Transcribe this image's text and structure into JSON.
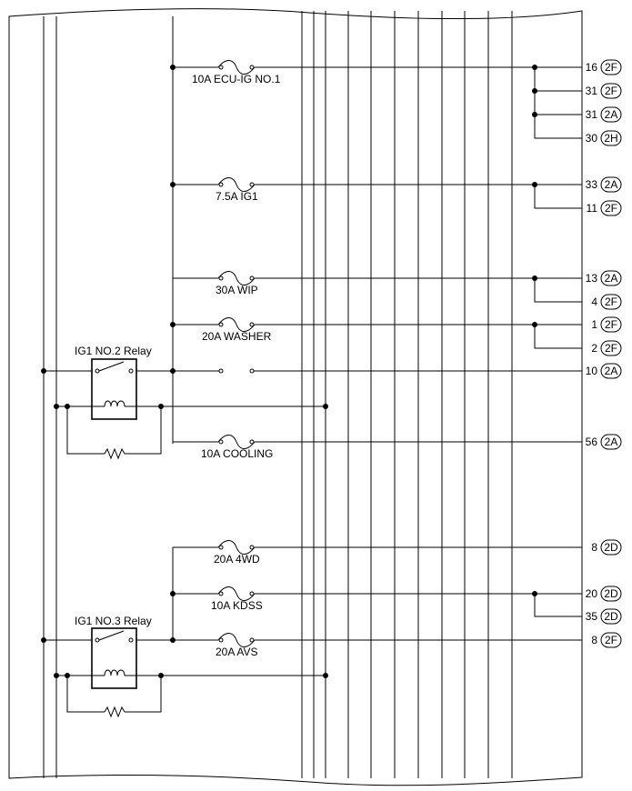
{
  "relays": [
    {
      "id": "ig1-no2",
      "label": "IG1 NO.2 Relay"
    },
    {
      "id": "ig1-no3",
      "label": "IG1 NO.3 Relay"
    }
  ],
  "fuses": [
    {
      "id": "ecu-ig-no1",
      "label": "10A ECU-IG NO.1"
    },
    {
      "id": "ig1",
      "label": "7.5A IG1"
    },
    {
      "id": "wip",
      "label": "30A WIP"
    },
    {
      "id": "washer",
      "label": "20A WASHER"
    },
    {
      "id": "cooling",
      "label": "10A COOLING"
    },
    {
      "id": "4wd",
      "label": "20A 4WD"
    },
    {
      "id": "kdss",
      "label": "10A KDSS"
    },
    {
      "id": "avs",
      "label": "20A AVS"
    }
  ],
  "terminals": [
    {
      "pin": "16",
      "connector": "2F"
    },
    {
      "pin": "31",
      "connector": "2F"
    },
    {
      "pin": "31",
      "connector": "2A"
    },
    {
      "pin": "30",
      "connector": "2H"
    },
    {
      "pin": "33",
      "connector": "2A"
    },
    {
      "pin": "11",
      "connector": "2F"
    },
    {
      "pin": "13",
      "connector": "2A"
    },
    {
      "pin": "4",
      "connector": "2F"
    },
    {
      "pin": "1",
      "connector": "2F"
    },
    {
      "pin": "2",
      "connector": "2F"
    },
    {
      "pin": "10",
      "connector": "2A"
    },
    {
      "pin": "56",
      "connector": "2A"
    },
    {
      "pin": "8",
      "connector": "2D"
    },
    {
      "pin": "20",
      "connector": "2D"
    },
    {
      "pin": "35",
      "connector": "2D"
    },
    {
      "pin": "8",
      "connector": "2F"
    }
  ]
}
